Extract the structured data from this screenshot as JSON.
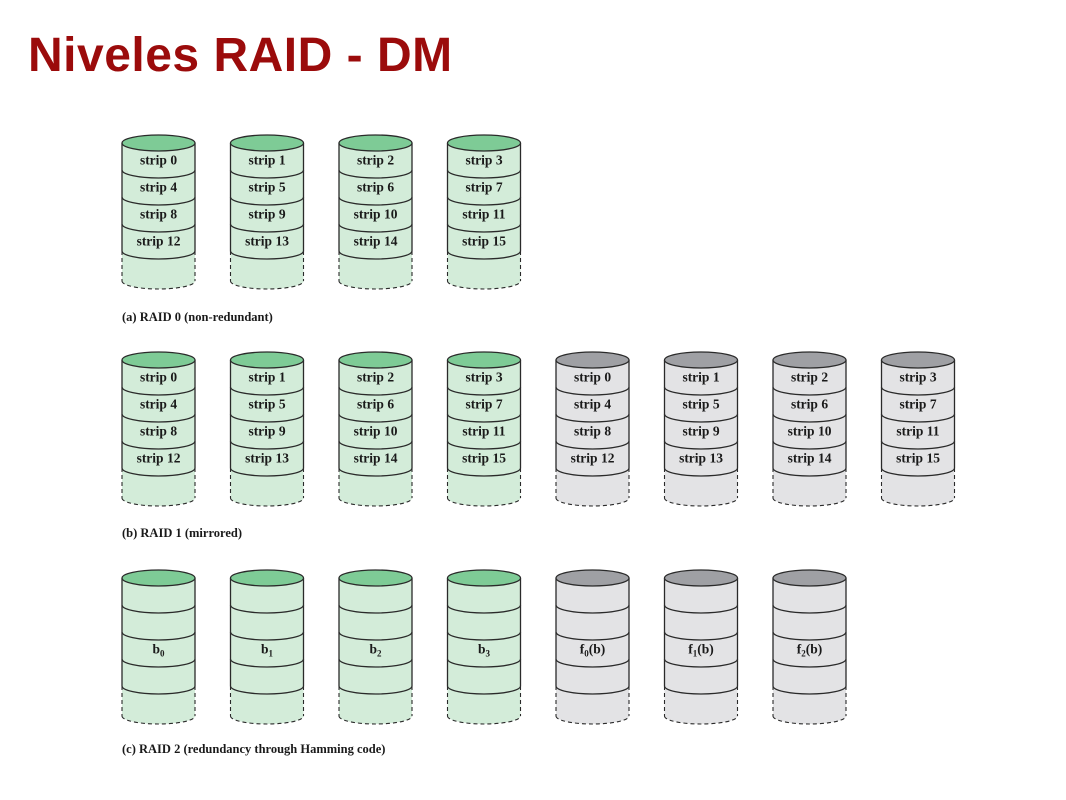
{
  "title": "Niveles RAID - DM",
  "colors": {
    "title": "#9b0b0b",
    "data_body": "#d3ecd9",
    "data_top": "#7ecb96",
    "redundant_body": "#e3e3e5",
    "redundant_top": "#9fa0a4",
    "stroke": "#2a2a2a"
  },
  "sections": [
    {
      "id": "raid0",
      "caption": "(a) RAID 0 (non-redundant)",
      "disks": [
        {
          "kind": "data",
          "segments": [
            "strip 0",
            "strip 4",
            "strip 8",
            "strip 12"
          ]
        },
        {
          "kind": "data",
          "segments": [
            "strip 1",
            "strip 5",
            "strip 9",
            "strip 13"
          ]
        },
        {
          "kind": "data",
          "segments": [
            "strip 2",
            "strip 6",
            "strip 10",
            "strip 14"
          ]
        },
        {
          "kind": "data",
          "segments": [
            "strip 3",
            "strip 7",
            "strip 11",
            "strip 15"
          ]
        }
      ]
    },
    {
      "id": "raid1",
      "caption": "(b) RAID 1 (mirrored)",
      "disks": [
        {
          "kind": "data",
          "segments": [
            "strip 0",
            "strip 4",
            "strip 8",
            "strip 12"
          ]
        },
        {
          "kind": "data",
          "segments": [
            "strip 1",
            "strip 5",
            "strip 9",
            "strip 13"
          ]
        },
        {
          "kind": "data",
          "segments": [
            "strip 2",
            "strip 6",
            "strip 10",
            "strip 14"
          ]
        },
        {
          "kind": "data",
          "segments": [
            "strip 3",
            "strip 7",
            "strip 11",
            "strip 15"
          ]
        },
        {
          "kind": "redundant",
          "segments": [
            "strip 0",
            "strip 4",
            "strip 8",
            "strip 12"
          ]
        },
        {
          "kind": "redundant",
          "segments": [
            "strip 1",
            "strip 5",
            "strip 9",
            "strip 13"
          ]
        },
        {
          "kind": "redundant",
          "segments": [
            "strip 2",
            "strip 6",
            "strip 10",
            "strip 14"
          ]
        },
        {
          "kind": "redundant",
          "segments": [
            "strip 3",
            "strip 7",
            "strip 11",
            "strip 15"
          ]
        }
      ]
    },
    {
      "id": "raid2",
      "caption": "(c) RAID 2 (redundancy through Hamming code)",
      "disks": [
        {
          "kind": "data",
          "segments": [
            "",
            "",
            "b0",
            ""
          ],
          "label_main": "b",
          "label_sub": "0",
          "label_suffix": ""
        },
        {
          "kind": "data",
          "segments": [
            "",
            "",
            "b1",
            ""
          ],
          "label_main": "b",
          "label_sub": "1",
          "label_suffix": ""
        },
        {
          "kind": "data",
          "segments": [
            "",
            "",
            "b2",
            ""
          ],
          "label_main": "b",
          "label_sub": "2",
          "label_suffix": ""
        },
        {
          "kind": "data",
          "segments": [
            "",
            "",
            "b3",
            ""
          ],
          "label_main": "b",
          "label_sub": "3",
          "label_suffix": ""
        },
        {
          "kind": "redundant",
          "segments": [
            "",
            "",
            "f0(b)",
            ""
          ],
          "label_main": "f",
          "label_sub": "0",
          "label_suffix": "(b)"
        },
        {
          "kind": "redundant",
          "segments": [
            "",
            "",
            "f1(b)",
            ""
          ],
          "label_main": "f",
          "label_sub": "1",
          "label_suffix": "(b)"
        },
        {
          "kind": "redundant",
          "segments": [
            "",
            "",
            "f2(b)",
            ""
          ],
          "label_main": "f",
          "label_sub": "2",
          "label_suffix": "(b)"
        }
      ]
    }
  ]
}
